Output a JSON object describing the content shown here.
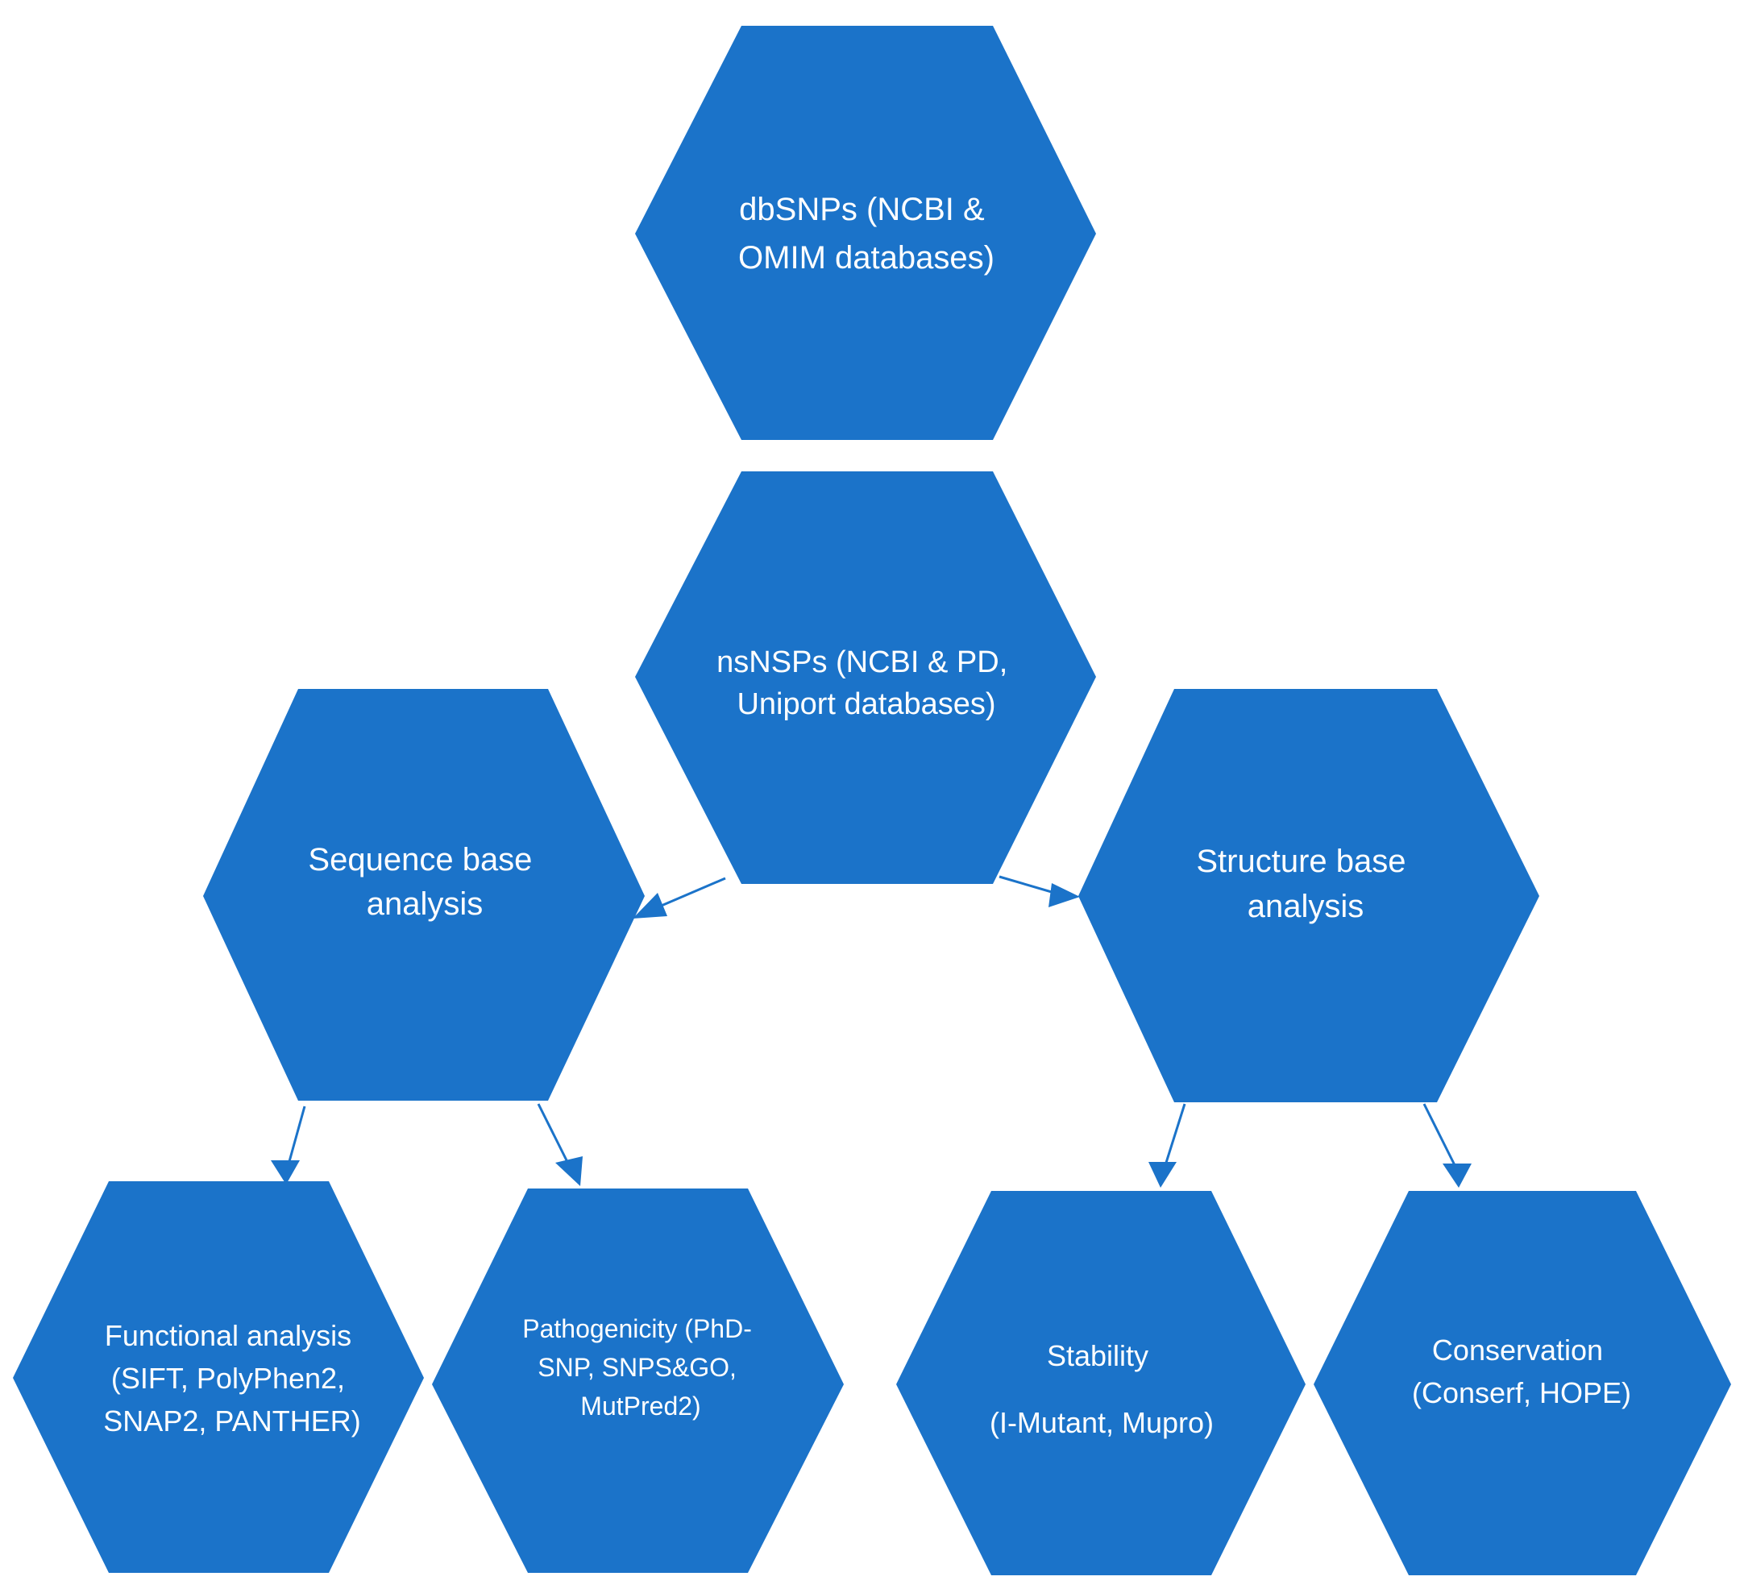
{
  "colors": {
    "hexagon_fill": "#1b73c9",
    "text": "#ffffff",
    "arrow": "#1b73c9",
    "background": "#ffffff"
  },
  "nodes": {
    "dbsnps": {
      "lines": [
        "dbSNPs (NCBI &",
        "OMIM databases)"
      ]
    },
    "nsnsps": {
      "lines": [
        "nsNSPs (NCBI & PD,",
        "Uniport databases)"
      ]
    },
    "sequence": {
      "lines": [
        "Sequence base",
        "analysis"
      ]
    },
    "structure": {
      "lines": [
        "Structure base",
        "analysis"
      ]
    },
    "functional": {
      "lines": [
        "Functional analysis",
        "(SIFT, PolyPhen2,",
        "SNAP2, PANTHER)"
      ]
    },
    "pathogenicity": {
      "lines": [
        "Pathogenicity (PhD-",
        "SNP, SNPS&GO,",
        "MutPred2)"
      ]
    },
    "stability": {
      "lines": [
        "Stability",
        "(I-Mutant, Mupro)"
      ]
    },
    "conservation": {
      "lines": [
        "Conservation",
        "(Conserf, HOPE)"
      ]
    }
  },
  "edges": [
    {
      "from": "nsnsps",
      "to": "sequence"
    },
    {
      "from": "nsnsps",
      "to": "structure"
    },
    {
      "from": "sequence",
      "to": "functional"
    },
    {
      "from": "sequence",
      "to": "pathogenicity"
    },
    {
      "from": "structure",
      "to": "stability"
    },
    {
      "from": "structure",
      "to": "conservation"
    }
  ]
}
